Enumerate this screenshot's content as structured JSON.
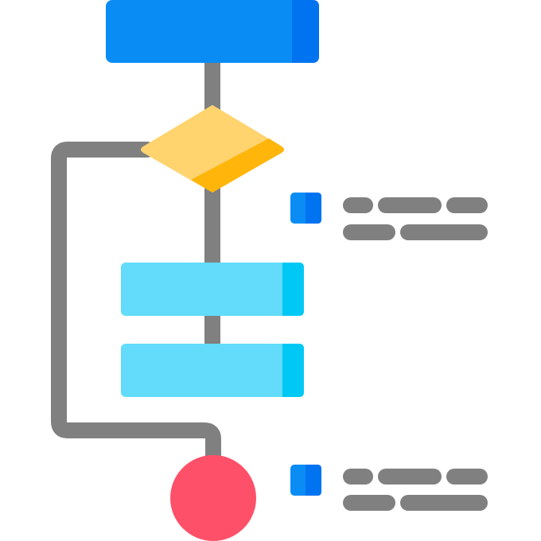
{
  "colors": {
    "connector": "#808080",
    "start_block": "#0A8CF5",
    "start_block_shade": "#0073F0",
    "decision": "#FFD36E",
    "decision_shade": "#FFB50A",
    "process_block": "#62DCFA",
    "process_block_shade": "#00C8F5",
    "end_node": "#FF5069",
    "end_node_shade": "#FF3A55",
    "legend_marker": "#0A8CF5",
    "legend_marker_shade": "#0073F0",
    "text_placeholder": "#808080",
    "background": "#FFFFFF"
  },
  "diagram": {
    "type": "flowchart-icon",
    "nodes": [
      {
        "id": "start",
        "shape": "rectangle"
      },
      {
        "id": "decision",
        "shape": "diamond"
      },
      {
        "id": "process-1",
        "shape": "rectangle"
      },
      {
        "id": "process-2",
        "shape": "rectangle"
      },
      {
        "id": "end",
        "shape": "circle"
      }
    ],
    "edges": [
      {
        "from": "start",
        "to": "decision"
      },
      {
        "from": "decision",
        "to": "process-1"
      },
      {
        "from": "process-1",
        "to": "process-2"
      },
      {
        "from": "decision",
        "to": "end",
        "route": "loop-left"
      }
    ],
    "legend_items": [
      {
        "icon": "square-bullet-icon",
        "text_lines": 2
      },
      {
        "icon": "square-bullet-icon",
        "text_lines": 2
      }
    ]
  }
}
